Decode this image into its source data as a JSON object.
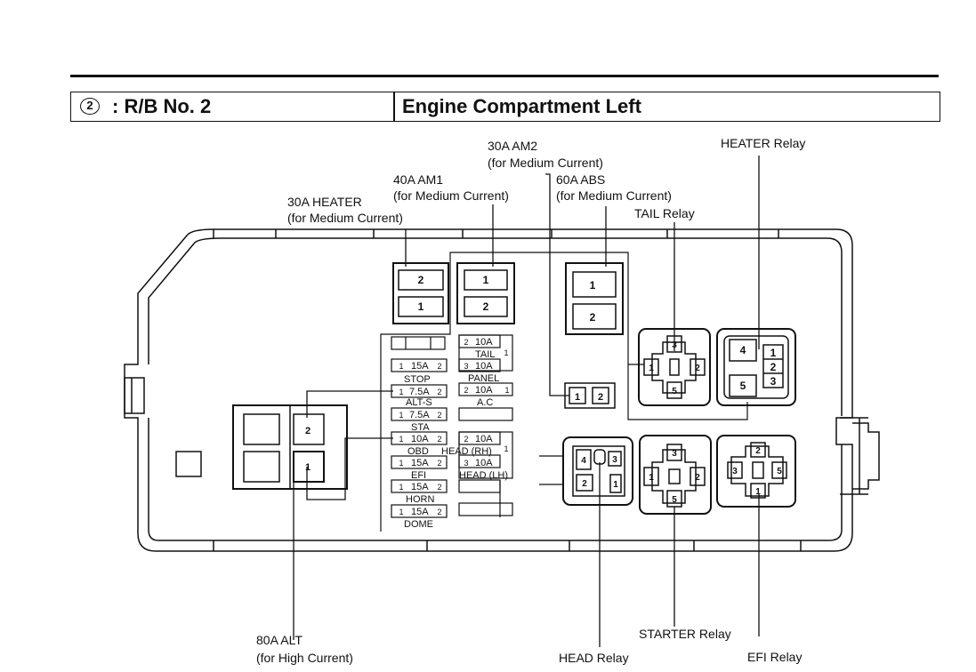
{
  "header": {
    "badge": "2",
    "code": ": R/B No. 2",
    "location": "Engine Compartment Left"
  },
  "callouts": {
    "am2_line1": "30A AM2",
    "am2_line2": "(for Medium Current)",
    "am1_line1": "40A AM1",
    "am1_line2": "(for Medium Current)",
    "abs_line1": "60A ABS",
    "abs_line2": "(for Medium Current)",
    "heater_line1": "30A HEATER",
    "heater_line2": "(for Medium Current)",
    "heater_relay": "HEATER Relay",
    "tail_relay": "TAIL Relay",
    "alt_line1": "80A ALT",
    "alt_line2": "(for High Current)",
    "head_relay": "HEAD Relay",
    "starter_relay": "STARTER Relay",
    "efi_relay": "EFI Relay"
  },
  "fuses": {
    "left": [
      {
        "amp": "15A",
        "name": "STOP"
      },
      {
        "amp": "7.5A",
        "name": "ALT-S"
      },
      {
        "amp": "7.5A",
        "name": "STA"
      },
      {
        "amp": "10A",
        "name": "OBD"
      },
      {
        "amp": "15A",
        "name": "EFI"
      },
      {
        "amp": "15A",
        "name": "HORN"
      },
      {
        "amp": "15A",
        "name": "DOME"
      }
    ],
    "right": [
      {
        "amp": "10A",
        "name": "TAIL"
      },
      {
        "amp": "10A",
        "name": "PANEL"
      },
      {
        "amp": "10A",
        "name": "A.C"
      },
      {
        "amp": "10A",
        "name": "HEAD (RH)"
      },
      {
        "amp": "10A",
        "name": "HEAD (LH)"
      }
    ]
  },
  "pins": {
    "p1": "1",
    "p2": "2",
    "p3": "3",
    "p4": "4",
    "p5": "5"
  }
}
